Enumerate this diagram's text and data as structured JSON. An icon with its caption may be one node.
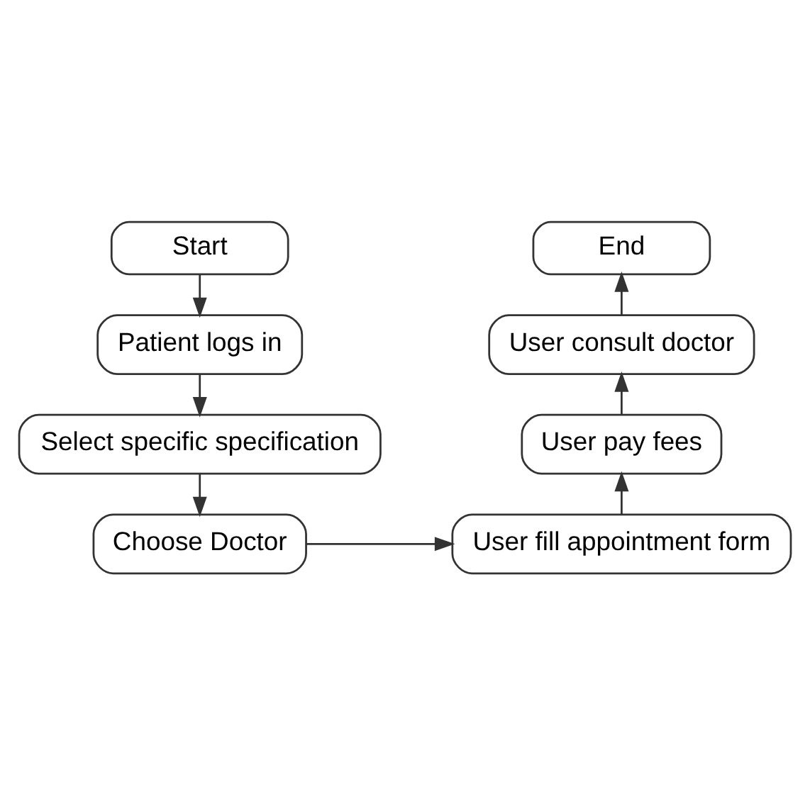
{
  "diagram": {
    "nodes": [
      {
        "text": [
          "Start"
        ]
      },
      {
        "text": [
          "Patient logs in"
        ]
      },
      {
        "text": [
          "Select specific specification"
        ]
      },
      {
        "text": [
          "Choose Doctor"
        ]
      },
      {
        "text": [
          "User fill appointment form"
        ]
      },
      {
        "text": [
          "User pay fees"
        ]
      },
      {
        "text": [
          "User consult doctor"
        ]
      },
      {
        "text": [
          "End"
        ]
      }
    ],
    "edges": [
      {
        "from": 0,
        "to": 1,
        "arrow": "to"
      },
      {
        "from": 1,
        "to": 2,
        "arrow": "to"
      },
      {
        "from": 2,
        "to": 3,
        "arrow": "to"
      },
      {
        "from": 3,
        "to": 4,
        "arrow": "to"
      },
      {
        "from": 4,
        "to": 5,
        "arrow": "to"
      },
      {
        "from": 5,
        "to": 6,
        "arrow": "to"
      },
      {
        "from": 6,
        "to": 7,
        "arrow": "to"
      }
    ]
  }
}
